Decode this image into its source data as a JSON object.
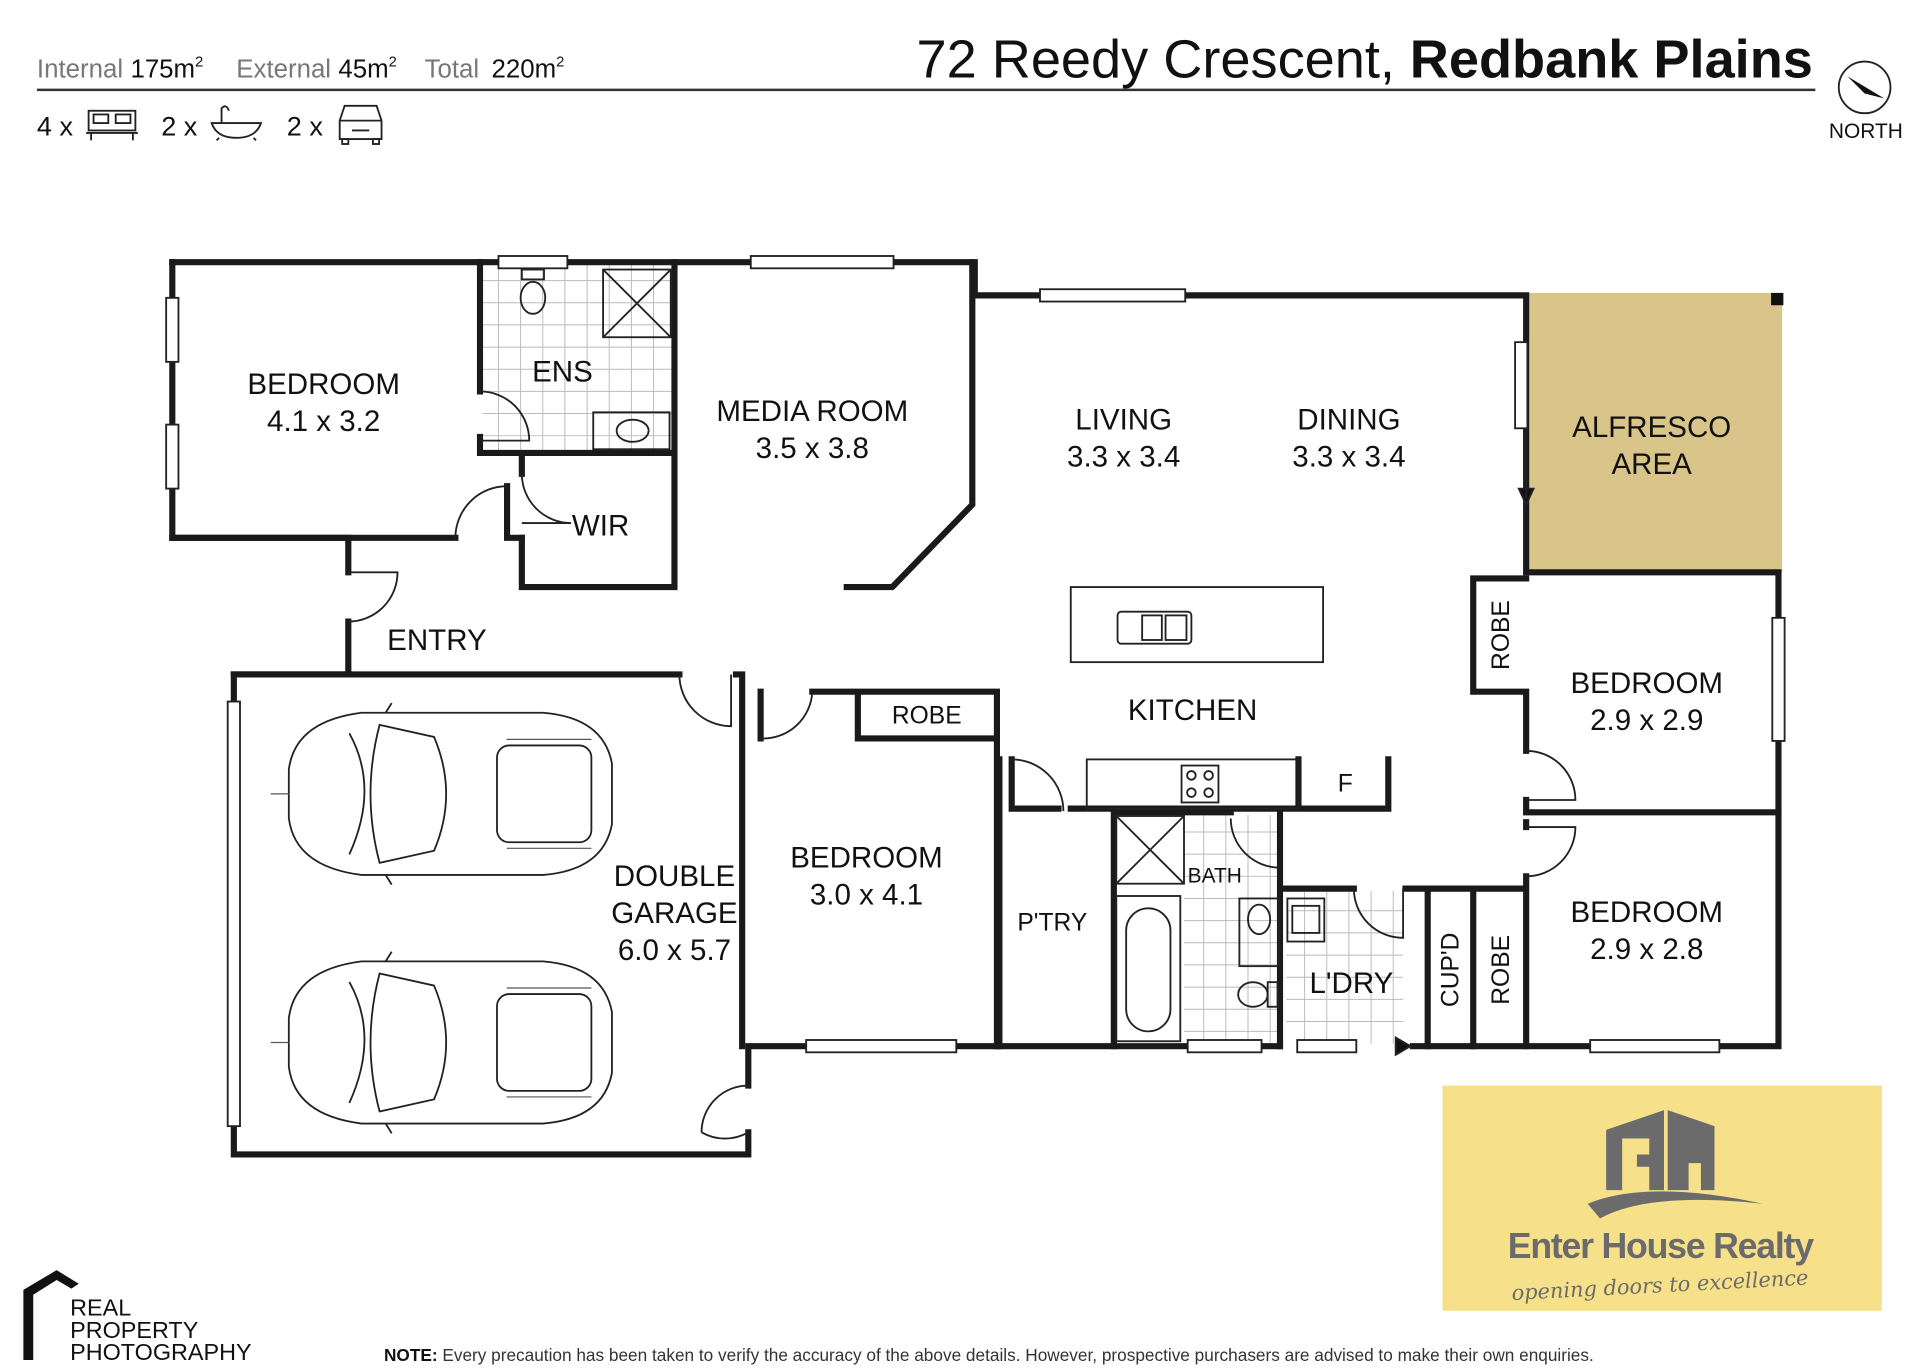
{
  "header": {
    "internal_label": "Internal",
    "internal_value": "175m",
    "external_label": "External",
    "external_value": "45m",
    "total_label": "Total",
    "total_value": "220m",
    "sup": "2",
    "address_street": "72 Reedy Crescent,",
    "address_suburb": "Redbank Plains",
    "bedrooms": "4 x",
    "bathrooms": "2 x",
    "car_spaces": "2 x",
    "north_label": "NORTH"
  },
  "rooms": {
    "bed1": {
      "name": "BEDROOM",
      "size": "4.1 x 3.2"
    },
    "ens": {
      "name": "ENS"
    },
    "wir": {
      "name": "WIR"
    },
    "media": {
      "name": "MEDIA ROOM",
      "size": "3.5 x 3.8"
    },
    "living": {
      "name": "LIVING",
      "size": "3.3 x 3.4"
    },
    "dining": {
      "name": "DINING",
      "size": "3.3 x 3.4"
    },
    "alfresco": {
      "name": "ALFRESCO",
      "name2": "AREA"
    },
    "entry": {
      "name": "ENTRY"
    },
    "kitchen": {
      "name": "KITCHEN"
    },
    "garage": {
      "name": "DOUBLE",
      "name2": "GARAGE",
      "size": "6.0 x 5.7"
    },
    "bed2": {
      "name": "BEDROOM",
      "size": "3.0 x 4.1"
    },
    "robe1": {
      "name": "ROBE"
    },
    "robe2": {
      "name": "ROBE"
    },
    "robe3": {
      "name": "ROBE"
    },
    "fridge": {
      "name": "F"
    },
    "pantry": {
      "name": "P'TRY"
    },
    "bath": {
      "name": "BATH"
    },
    "laundry": {
      "name": "L'DRY"
    },
    "cupd": {
      "name": "CUP'D"
    },
    "bed3": {
      "name": "BEDROOM",
      "size": "2.9 x 2.9"
    },
    "bed4": {
      "name": "BEDROOM",
      "size": "2.9 x 2.8"
    }
  },
  "branding": {
    "agency_name": "Enter House Realty",
    "agency_tagline": "opening doors to excellence",
    "agency_monogram": "EH",
    "photographer_line1": "REAL",
    "photographer_line2": "PROPERTY",
    "photographer_line3": "PHOTOGRAPHY"
  },
  "note": {
    "label": "NOTE:",
    "text": " Every precaution has been taken to verify the accuracy of the above details. However, prospective purchasers are advised to make their own enquiries."
  },
  "colors": {
    "alfresco": "#d9c48a",
    "logo_bg": "#f6e18a",
    "logo_fg": "#6b6b6b"
  }
}
